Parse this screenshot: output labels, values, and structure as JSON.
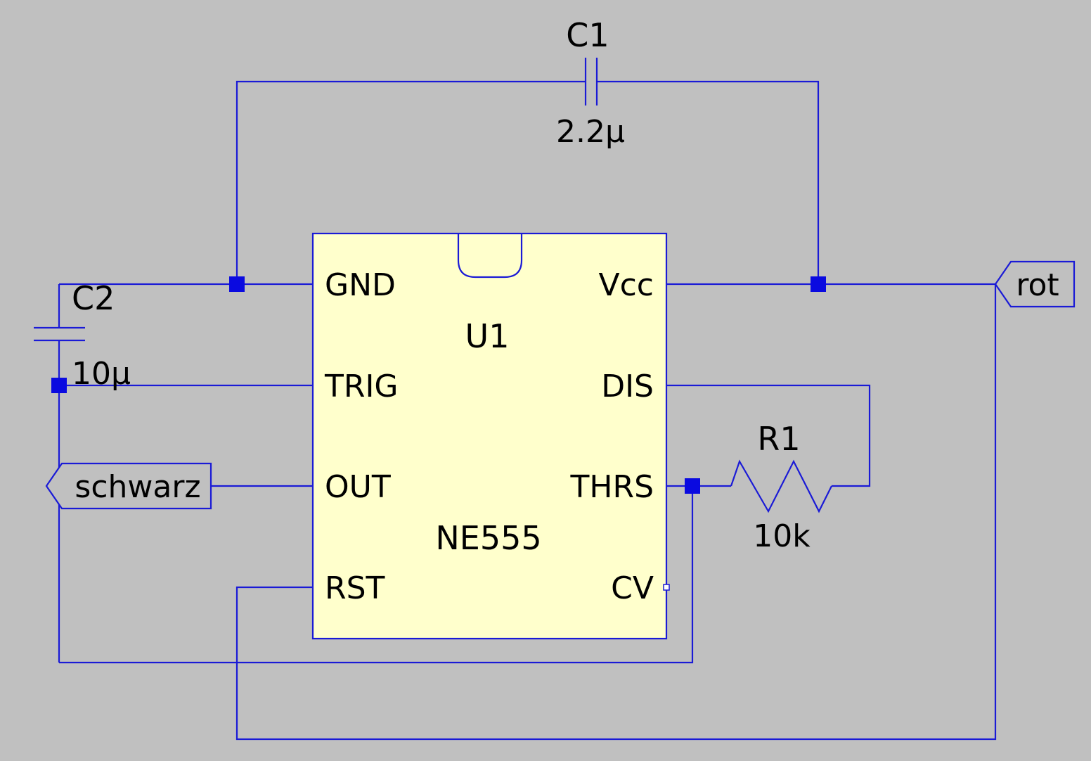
{
  "ic": {
    "ref": "U1",
    "part": "NE555",
    "pins_left": [
      "GND",
      "TRIG",
      "OUT",
      "RST"
    ],
    "pins_right": [
      "Vcc",
      "DIS",
      "THRS",
      "CV"
    ],
    "body_color": "#ffffcc"
  },
  "components": {
    "c1": {
      "ref": "C1",
      "value": "2.2µ"
    },
    "c2": {
      "ref": "C2",
      "value": "10µ"
    },
    "r1": {
      "ref": "R1",
      "value": "10k"
    }
  },
  "net_labels": {
    "rot": "rot",
    "schwarz": "schwarz"
  },
  "colors": {
    "background": "#c0c0c0",
    "wire": "#1a1ad6",
    "junction": "#0a0ae0"
  }
}
